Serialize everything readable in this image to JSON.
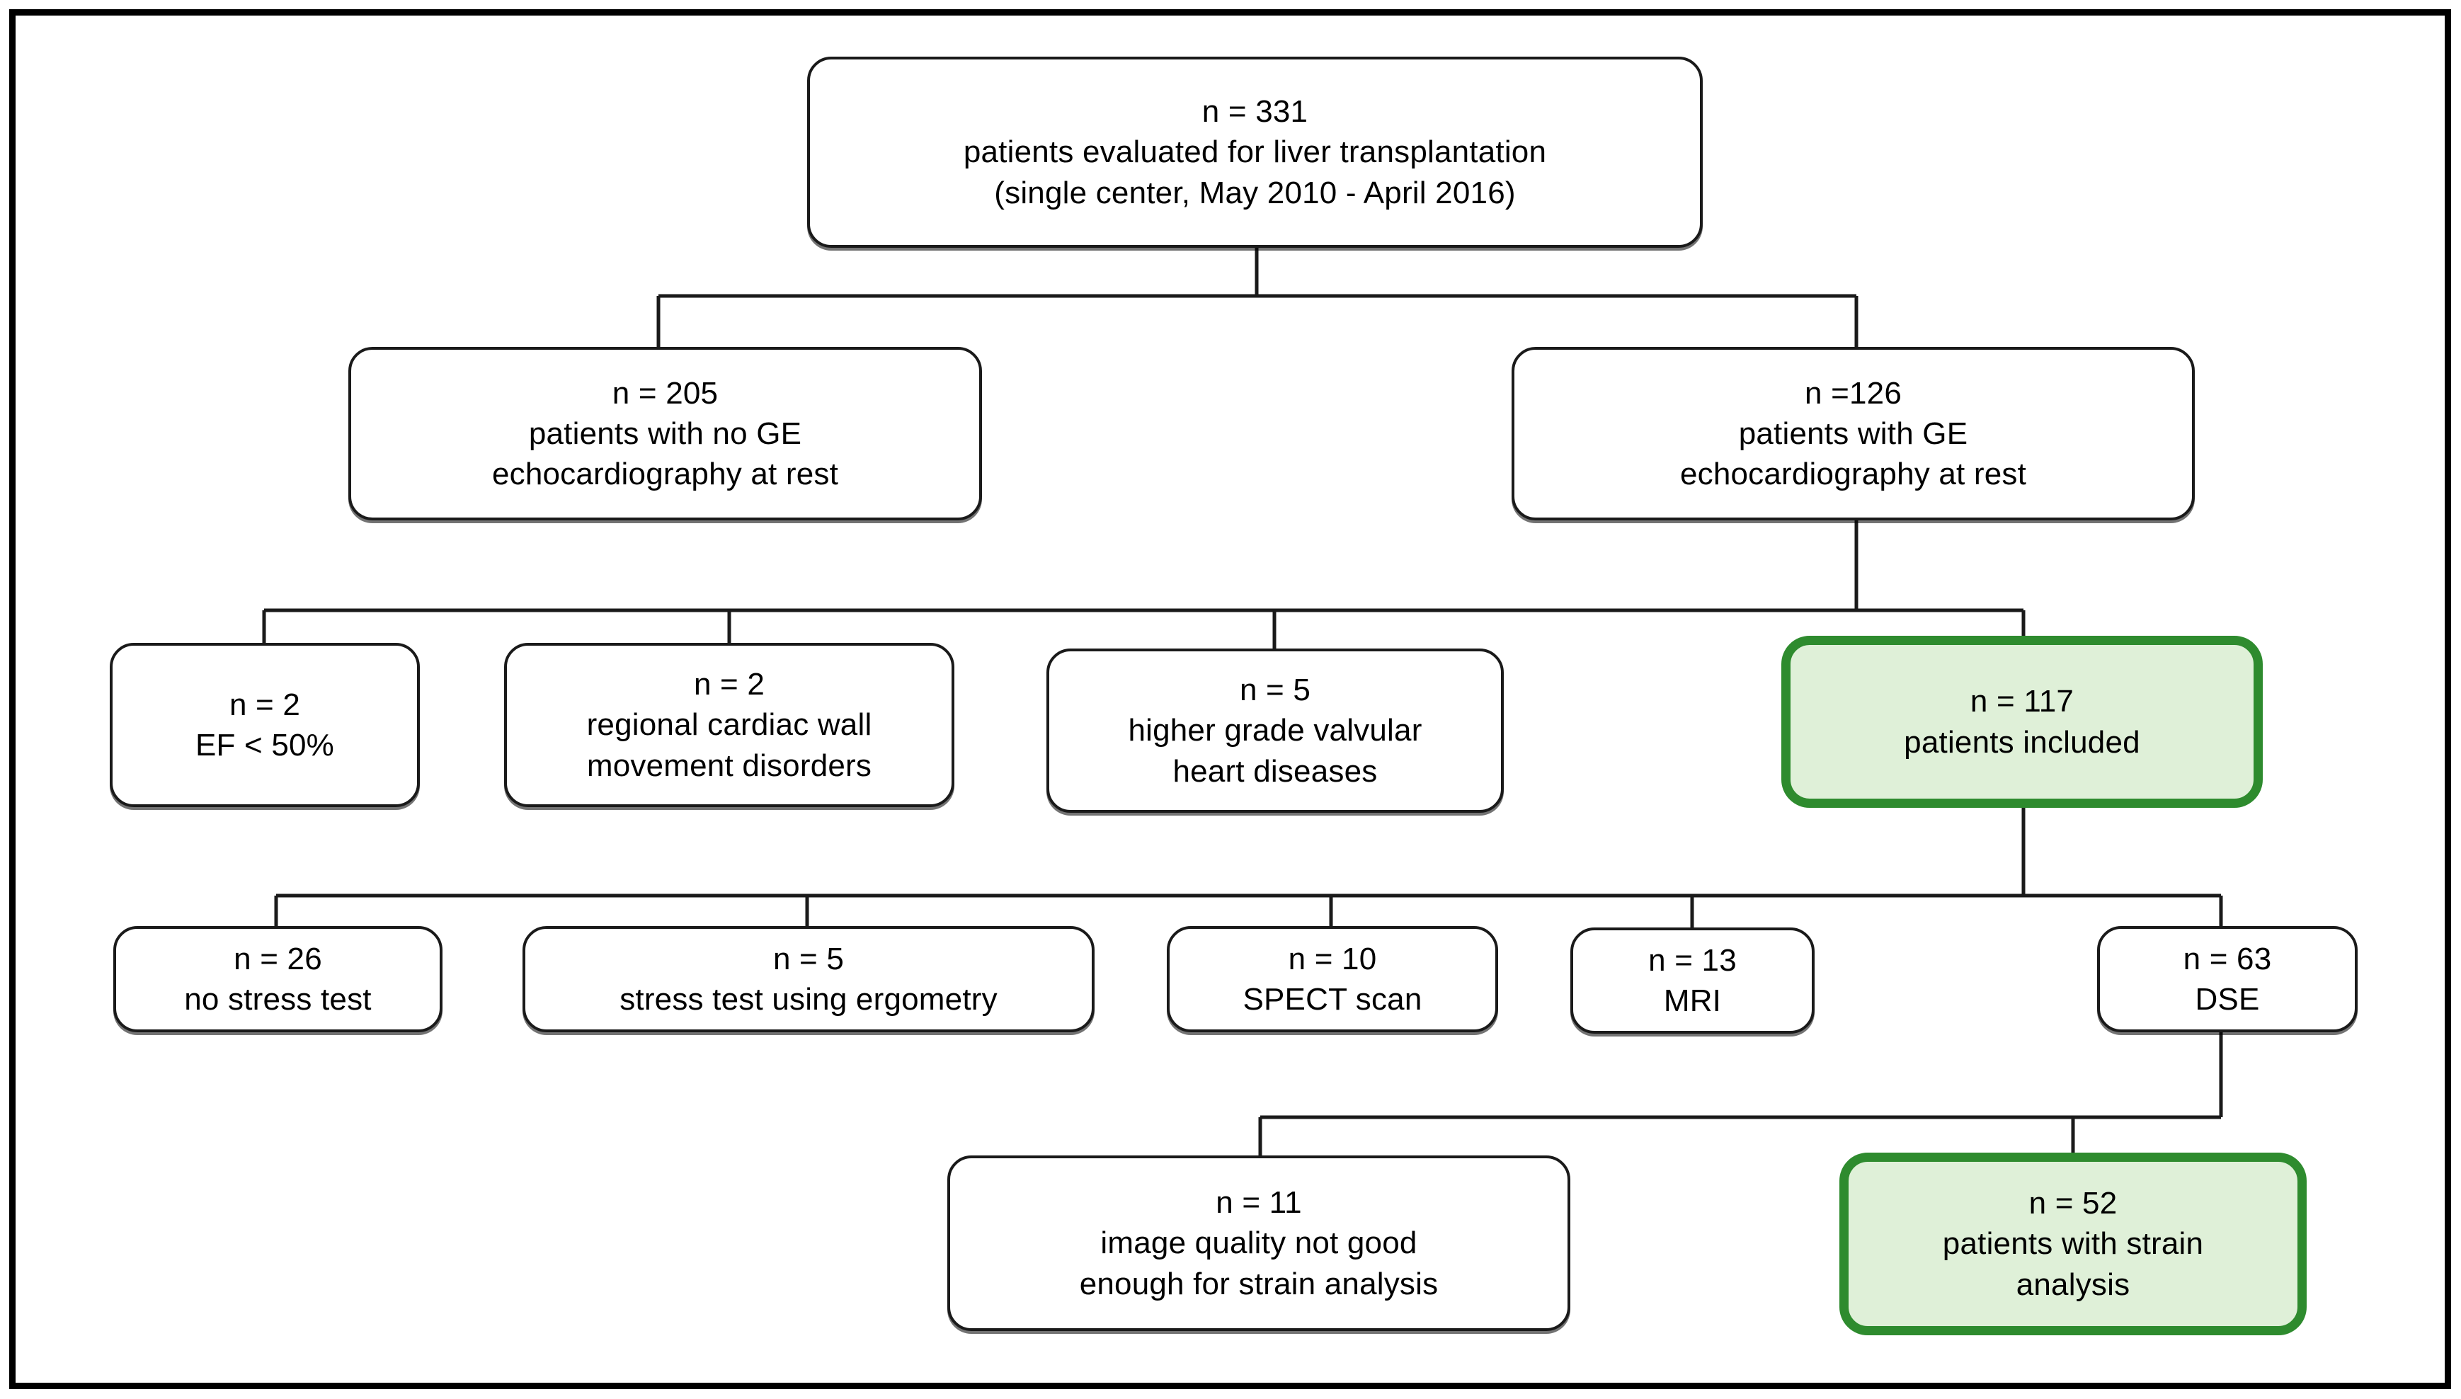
{
  "figure": {
    "type": "patient-flow-diagram",
    "title": "Patient flow: liver transplantation evaluation cohort",
    "accent_color": "#2e8b2e",
    "accent_fill": "#dff0d8",
    "line_color": "#1a1a1a",
    "background": "#ffffff"
  },
  "nodes": {
    "total": {
      "id": "total-evaluated",
      "lines": [
        "n = 331",
        "patients evaluated for liver transplantation",
        "(single center, May 2010 - April 2016)"
      ],
      "n": 331,
      "highlight": false
    },
    "no_ge": {
      "id": "no-ge-echo",
      "lines": [
        "n = 205",
        "patients with no GE",
        "echocardiography at rest"
      ],
      "n": 205,
      "highlight": false
    },
    "ge": {
      "id": "ge-echo",
      "lines": [
        "n =126",
        "patients with GE",
        "echocardiography at rest"
      ],
      "n": 126,
      "highlight": false
    },
    "ef": {
      "id": "ef-under-50",
      "lines": [
        "n = 2",
        "EF < 50%"
      ],
      "n": 2,
      "highlight": false
    },
    "wall": {
      "id": "regional-wall-motion",
      "lines": [
        "n = 2",
        "regional cardiac wall",
        "movement disorders"
      ],
      "n": 2,
      "highlight": false
    },
    "valvular": {
      "id": "valvular-disease",
      "lines": [
        "n = 5",
        "higher grade valvular",
        "heart diseases"
      ],
      "n": 5,
      "highlight": false
    },
    "included": {
      "id": "patients-included",
      "lines": [
        "n = 117",
        "patients included"
      ],
      "n": 117,
      "highlight": true
    },
    "no_stress": {
      "id": "no-stress-test",
      "lines": [
        "n = 26",
        "no stress test"
      ],
      "n": 26,
      "highlight": false
    },
    "ergometry": {
      "id": "stress-test-ergometry",
      "lines": [
        "n = 5",
        "stress test using ergometry"
      ],
      "n": 5,
      "highlight": false
    },
    "spect": {
      "id": "spect-scan",
      "lines": [
        "n = 10",
        "SPECT scan"
      ],
      "n": 10,
      "highlight": false
    },
    "mri": {
      "id": "mri",
      "lines": [
        "n = 13",
        "MRI"
      ],
      "n": 13,
      "highlight": false
    },
    "dse": {
      "id": "dse",
      "lines": [
        "n = 63",
        "DSE"
      ],
      "n": 63,
      "highlight": false
    },
    "poor_quality": {
      "id": "poor-image-quality",
      "lines": [
        "n = 11",
        "image quality not good",
        "enough for strain analysis"
      ],
      "n": 11,
      "highlight": false
    },
    "strain": {
      "id": "patients-with-strain-analysis",
      "lines": [
        "n = 52",
        "patients with strain",
        "analysis"
      ],
      "n": 52,
      "highlight": true
    }
  },
  "edges": [
    {
      "from": "total",
      "to": "no_ge"
    },
    {
      "from": "total",
      "to": "ge"
    },
    {
      "from": "ge",
      "to": "ef"
    },
    {
      "from": "ge",
      "to": "wall"
    },
    {
      "from": "ge",
      "to": "valvular"
    },
    {
      "from": "ge",
      "to": "included"
    },
    {
      "from": "included",
      "to": "no_stress"
    },
    {
      "from": "included",
      "to": "ergometry"
    },
    {
      "from": "included",
      "to": "spect"
    },
    {
      "from": "included",
      "to": "mri"
    },
    {
      "from": "included",
      "to": "dse"
    },
    {
      "from": "dse",
      "to": "poor_quality"
    },
    {
      "from": "dse",
      "to": "strain"
    }
  ]
}
